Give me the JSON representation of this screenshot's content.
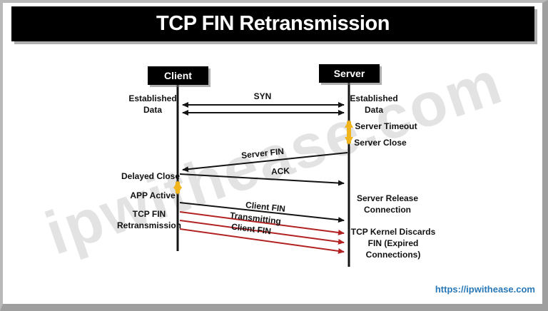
{
  "title": "TCP FIN Retransmission",
  "watermark": "ipwithease.com",
  "footer_url": "https://ipwithease.com",
  "diagram": {
    "actors": {
      "client": "Client",
      "server": "Server"
    },
    "messages": {
      "syn": "SYN",
      "server_fin": "Server FIN",
      "ack": "ACK",
      "client_fin": "Client FIN",
      "transmitting": "Transmitting",
      "client_fin_retx": "Client FIN"
    },
    "left": {
      "established_data": "Established\nData",
      "delayed_close": "Delayed Close",
      "app_active": "APP Active",
      "tcp_fin_retx": "TCP FIN\nRetransmission"
    },
    "right": {
      "established_data": "Established\nData",
      "server_timeout": "Server Timeout",
      "server_close": "Server Close",
      "server_release": "Server Release\nConnection",
      "tcp_kernel": "TCP Kernel Discards\nFIN (Expired\nConnections)"
    }
  },
  "colors": {
    "banner_bg": "#000000",
    "banner_text": "#ffffff",
    "arrow_black": "#141414",
    "arrow_red": "#b22222",
    "activation_yellow": "#f0b41c",
    "url_blue": "#2878b8"
  }
}
